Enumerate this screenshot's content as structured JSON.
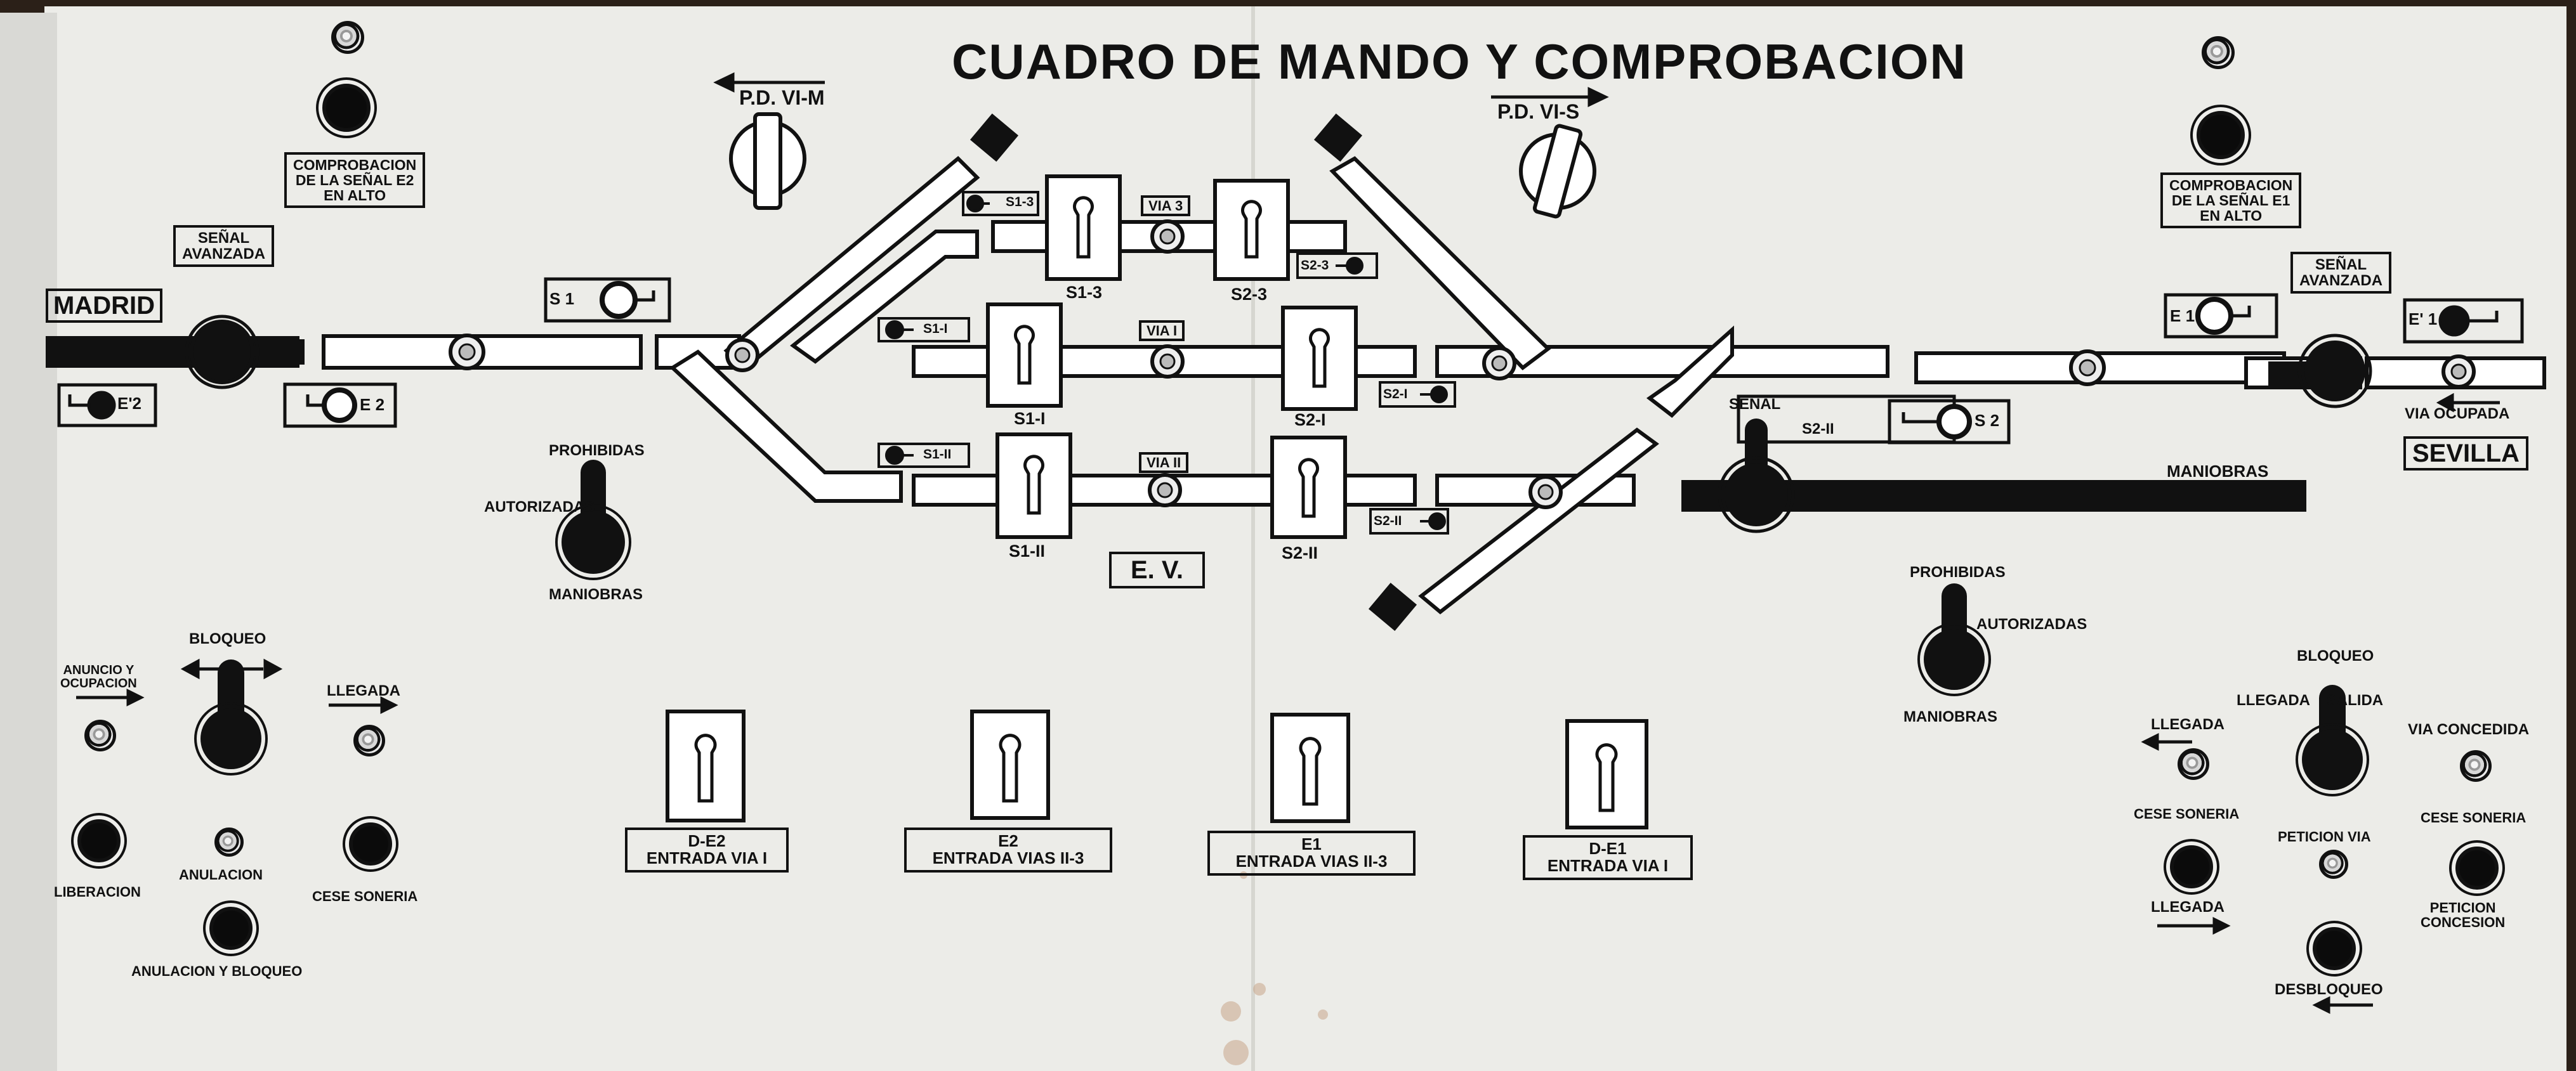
{
  "title": "CUADRO DE MANDO Y COMPROBACION",
  "stations": {
    "left": "MADRID",
    "right": "SEVILLA"
  },
  "pd": {
    "left": "P.D. VI-M",
    "right": "P.D. VI-S"
  },
  "comprobacion_left": [
    "COMPROBACION",
    "DE LA SEÑAL E2",
    "EN ALTO"
  ],
  "comprobacion_right": [
    "COMPROBACION",
    "DE LA SEÑAL E1",
    "EN ALTO"
  ],
  "senal_avanzada_left": [
    "SEÑAL",
    "AVANZADA"
  ],
  "senal_avanzada_right": [
    "SEÑAL",
    "AVANZADA"
  ],
  "signals": {
    "e2_prime": "E'2",
    "e2": "E 2",
    "s1": "S 1",
    "e1": "E 1",
    "e1_prime": "E' 1",
    "s2": "S 2",
    "s1_3": "S1-3",
    "s1_i": "S1-I",
    "s1_ii": "S1-II",
    "s2_3": "S2-3",
    "s2_i": "S2-I",
    "s2_ii": "S2-II",
    "senal_s2ii_title": "SEÑAL",
    "senal_s2ii": "S2-II"
  },
  "tracks": {
    "via3": "VIA 3",
    "via1": "VIA I",
    "via2": "VIA II"
  },
  "locks": {
    "s1_3": "S1-3",
    "s2_3": "S2-3",
    "s1_i": "S1-I",
    "s2_i": "S2-I",
    "s1_ii": "S1-II",
    "s2_ii": "S2-II"
  },
  "ev": "E. V.",
  "maniobras_track": "MANIOBRAS",
  "via_ocupada": "VIA OCUPADA",
  "lever_left": {
    "top": "PROHIBIDAS",
    "side": "AUTORIZADAS",
    "bottom": "MANIOBRAS"
  },
  "lever_right": {
    "top": "PROHIBIDAS",
    "side": "AUTORIZADAS",
    "bottom": "MANIOBRAS"
  },
  "block_left": {
    "bloqueo": "BLOQUEO",
    "anuncio": [
      "ANUNCIO Y",
      "OCUPACION"
    ],
    "llegada": "LLEGADA",
    "liberacion": "LIBERACION",
    "anulacion": "ANULACION",
    "cese": "CESE SONERIA",
    "anulacion_bloqueo": "ANULACION Y BLOQUEO"
  },
  "block_right": {
    "bloqueo": "BLOQUEO",
    "llegada_salida": "LLEGADA    SALIDA",
    "llegada1": "LLEGADA",
    "via_concedida": "VIA CONCEDIDA",
    "cese_left": "CESE SONERIA",
    "peticion_via": "PETICION VIA",
    "cese_right": "CESE SONERIA",
    "llegada2": "LLEGADA",
    "peticion_concesion": [
      "PETICION",
      "CONCESION"
    ],
    "desbloqueo": "DESBLOQUEO"
  },
  "key_locks": [
    {
      "l1": "D-E2",
      "l2": "ENTRADA VIA I"
    },
    {
      "l1": "E2",
      "l2": "ENTRADA VIAS II-3"
    },
    {
      "l1": "E1",
      "l2": "ENTRADA VIAS II-3"
    },
    {
      "l1": "D-E1",
      "l2": "ENTRADA VIA I"
    }
  ],
  "colors": {
    "paper": "#ecece8",
    "ink": "#111111",
    "wood": "#3a2a1c"
  }
}
